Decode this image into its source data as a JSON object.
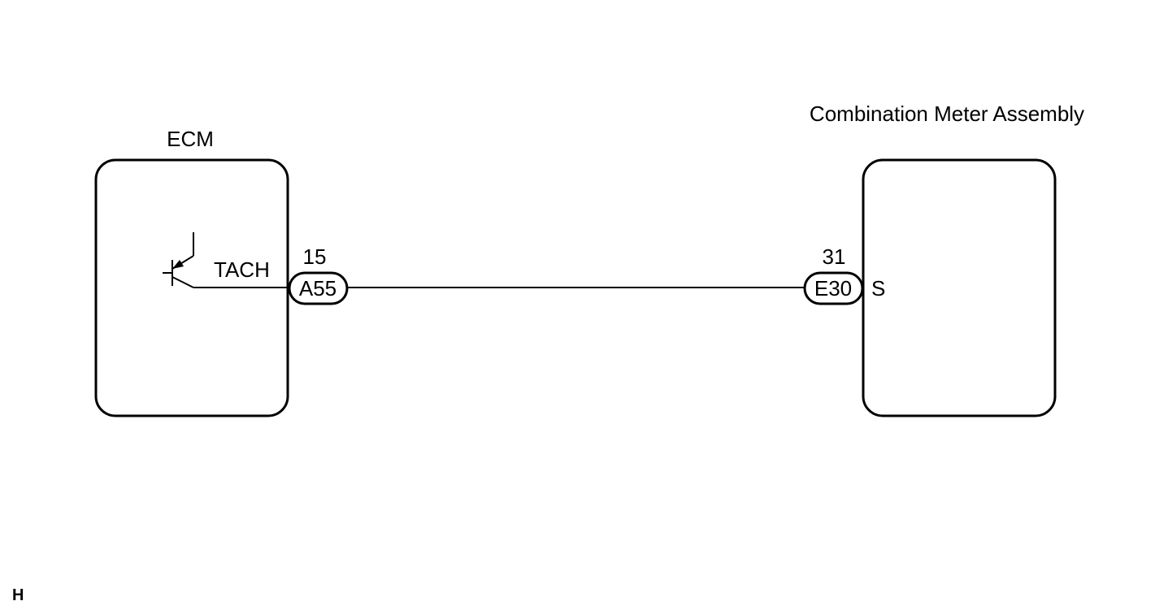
{
  "ecm": {
    "title": "ECM",
    "terminal_name": "TACH",
    "terminal_pin": "15",
    "connector": "A55"
  },
  "meter": {
    "title": "Combination Meter Assembly",
    "terminal_name": "S",
    "terminal_pin": "31",
    "connector": "E30"
  },
  "corner_code": "H"
}
